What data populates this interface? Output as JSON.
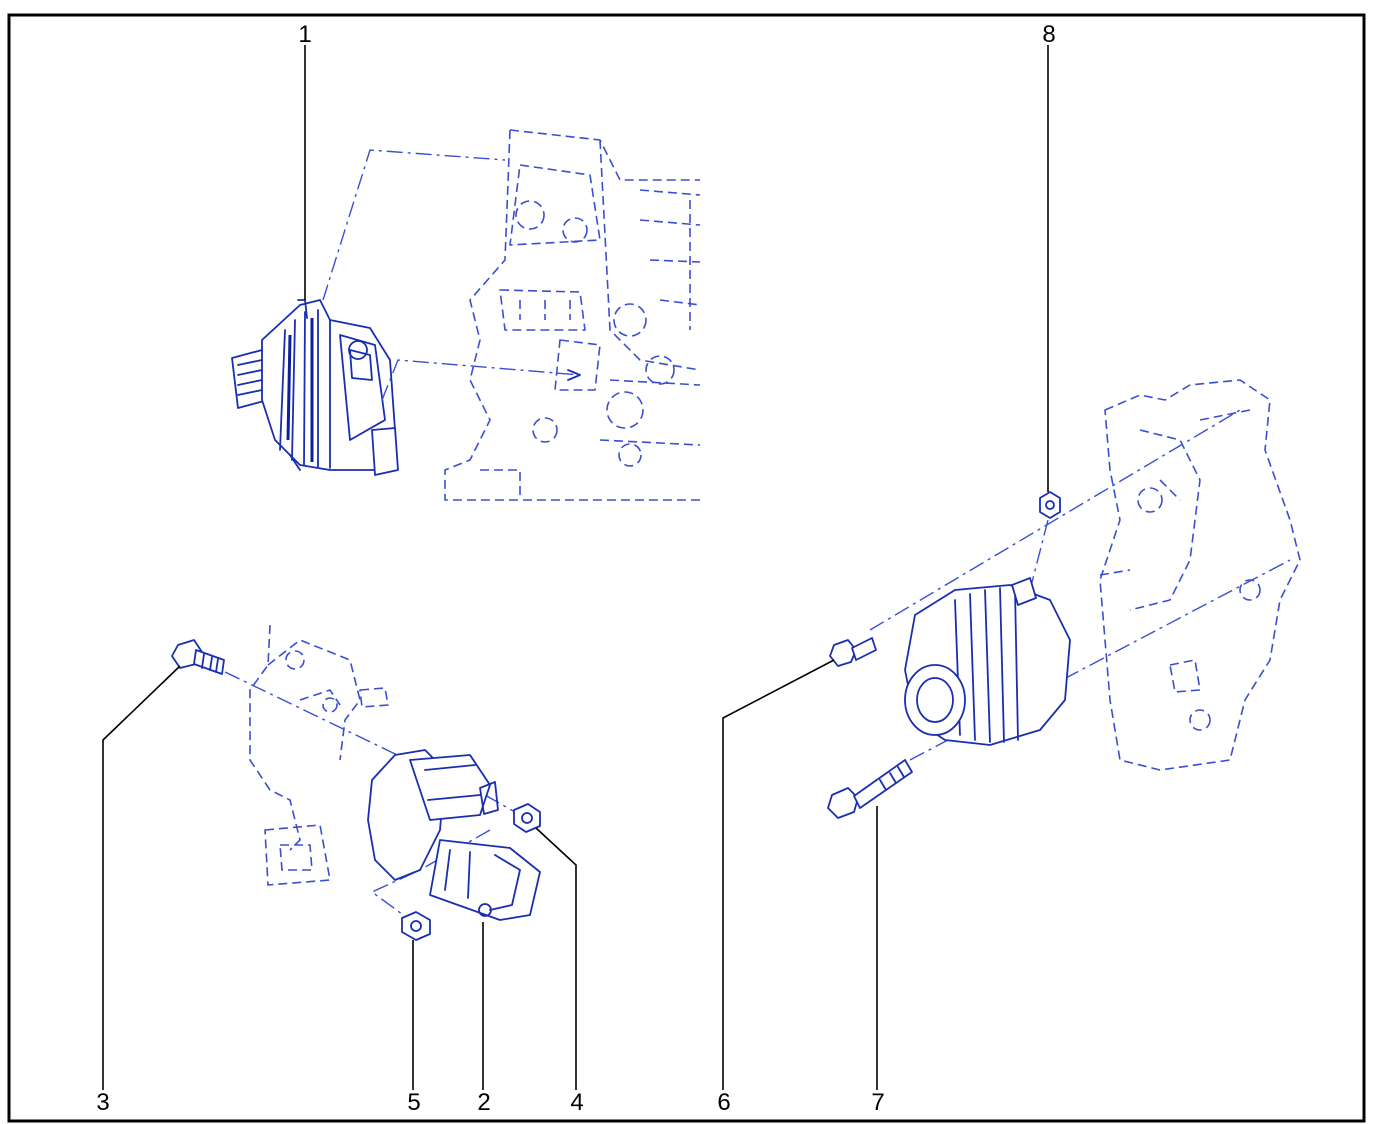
{
  "callouts": [
    {
      "id": "1",
      "label": "1",
      "part": "alternator"
    },
    {
      "id": "2",
      "label": "2",
      "part": "starter-motor"
    },
    {
      "id": "3",
      "label": "3",
      "part": "starter-bolt"
    },
    {
      "id": "4",
      "label": "4",
      "part": "starter-nut-upper"
    },
    {
      "id": "5",
      "label": "5",
      "part": "starter-nut-lower"
    },
    {
      "id": "6",
      "label": "6",
      "part": "alternator-upper-bolt"
    },
    {
      "id": "7",
      "label": "7",
      "part": "alternator-lower-bolt"
    },
    {
      "id": "8",
      "label": "8",
      "part": "alternator-nut"
    }
  ],
  "colors": {
    "line_art": "#1a2fb0",
    "frame": "#000000",
    "callout_text": "#000000"
  }
}
